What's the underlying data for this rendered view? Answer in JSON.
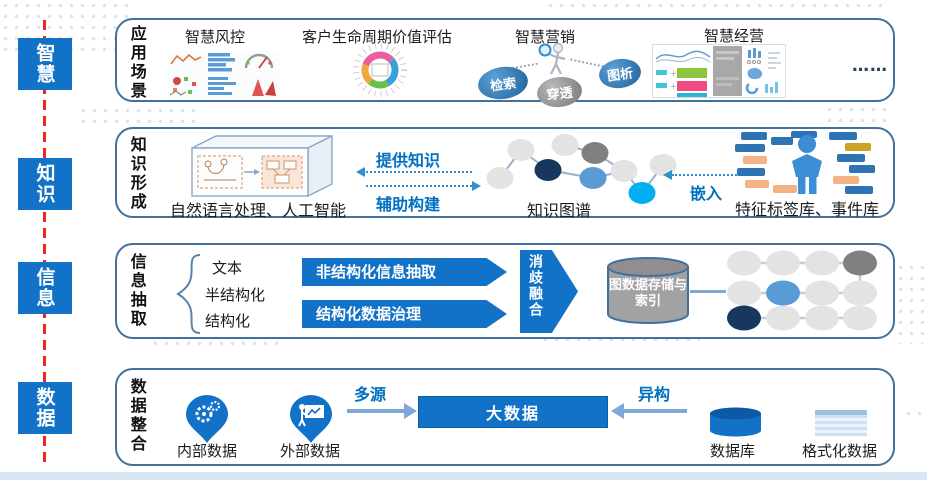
{
  "colors": {
    "accent_blue": "#1172c8",
    "box_border": "#41719c",
    "rail_red": "#e8262a",
    "label_blue": "#0070c0",
    "node_navy": "#17375e",
    "node_blue": "#5b9bd5",
    "node_cyan": "#00b0f0",
    "node_gray": "#808080",
    "node_light": "#e3e3e3",
    "arrow_light_blue": "#7fa8d9"
  },
  "rail": {
    "badges": [
      {
        "label": "智慧"
      },
      {
        "label": "知识"
      },
      {
        "label": "信息"
      },
      {
        "label": "数据"
      }
    ]
  },
  "application_row": {
    "side_title": "应用场景",
    "risk_title": "智慧风控",
    "lifecycle_title": "客户生命周期价值评估",
    "marketing_title": "智慧营销",
    "marketing_bubbles": [
      "检索",
      "穿透",
      "图析"
    ],
    "operation_title": "智慧经营",
    "more": "……"
  },
  "knowledge_row": {
    "side_title": "知识形成",
    "nlp_label": "自然语言处理、人工智能",
    "provide_label": "提供知识",
    "assist_label": "辅助构建",
    "graph_label": "知识图谱",
    "embed_label": "嵌入",
    "feature_label": "特征标签库、事件库"
  },
  "information_row": {
    "side_title": "信息抽取",
    "source_types": [
      "文本",
      "半结构化",
      "结构化"
    ],
    "unstructured_banner": "非结构化信息抽取",
    "structured_banner": "结构化数据治理",
    "fusion_label": "消歧融合",
    "graph_store_label": "图数据存储与索引"
  },
  "data_row": {
    "side_title": "数据整合",
    "internal_label": "内部数据",
    "external_label": "外部数据",
    "multi_source_label": "多源",
    "bigdata_label": "大数据",
    "heterogeneous_label": "异构",
    "database_label": "数据库",
    "formatted_label": "格式化数据"
  }
}
